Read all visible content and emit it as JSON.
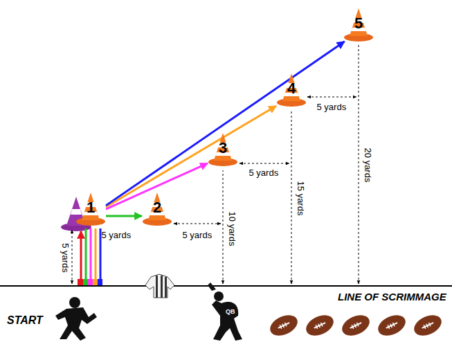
{
  "diagram": {
    "nodes": [
      {
        "text": [
          "1"
        ]
      },
      {
        "text": [
          "2"
        ]
      },
      {
        "text": [
          "3"
        ]
      },
      {
        "text": [
          "4"
        ]
      },
      {
        "text": [
          "5"
        ]
      }
    ],
    "edges": [
      {
        "from": 0,
        "to": 1,
        "arrow": "to"
      },
      {
        "from": 0,
        "to": 2,
        "arrow": "to"
      },
      {
        "from": 0,
        "to": 3,
        "arrow": "to"
      },
      {
        "from": 0,
        "to": 4,
        "arrow": "to"
      }
    ],
    "labels": [
      "5 yards",
      "5 yards",
      "5 yards",
      "5 yards",
      "5 yards",
      "10 yards",
      "15 yards",
      "20 yards",
      "LINE OF SCRIMMAGE",
      "START",
      "QB"
    ]
  }
}
